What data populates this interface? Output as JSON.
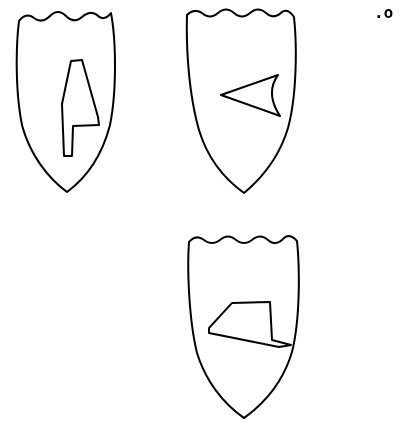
{
  "marker_text": ".o",
  "colors": {
    "background": "#ffffff",
    "stroke": "#000000"
  },
  "shields": [
    {
      "name": "shield-1",
      "symbol": "flag-shape"
    },
    {
      "name": "shield-2",
      "symbol": "arrowhead-left"
    },
    {
      "name": "shield-3",
      "symbol": "boot-shape"
    }
  ]
}
